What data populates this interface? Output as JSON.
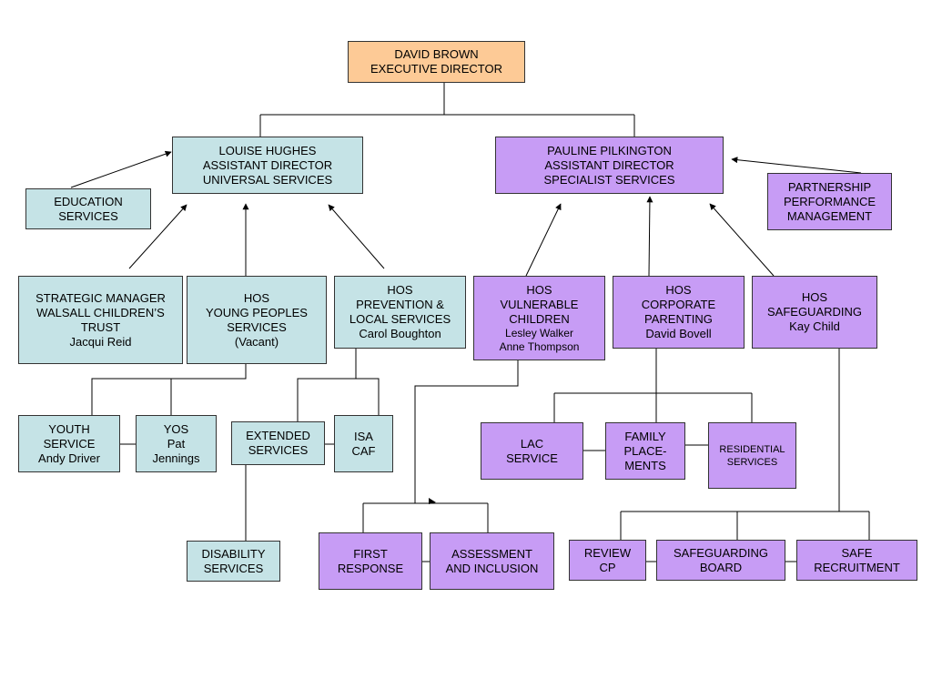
{
  "nodes": {
    "executive": [
      "DAVID BROWN",
      "EXECUTIVE DIRECTOR"
    ],
    "universal": [
      "LOUISE HUGHES",
      "ASSISTANT DIRECTOR",
      "UNIVERSAL SERVICES"
    ],
    "specialist": [
      "PAULINE PILKINGTON",
      "ASSISTANT DIRECTOR",
      "SPECIALIST SERVICES"
    ],
    "education": [
      "EDUCATION",
      "SERVICES"
    ],
    "partnership": [
      "PARTNERSHIP",
      "PERFORMANCE",
      "MANAGEMENT"
    ],
    "strategic": [
      "STRATEGIC MANAGER",
      "WALSALL CHILDREN’S",
      "TRUST",
      "Jacqui Reid"
    ],
    "young": [
      "HOS",
      "YOUNG PEOPLES",
      "SERVICES",
      "(Vacant)"
    ],
    "prevention": [
      "HOS",
      "PREVENTION &",
      "LOCAL SERVICES",
      "Carol Boughton"
    ],
    "vulnerable": [
      "HOS",
      "VULNERABLE",
      "CHILDREN",
      "Lesley Walker",
      "Anne Thompson"
    ],
    "corporate": [
      "HOS",
      "CORPORATE",
      "PARENTING",
      "David Bovell"
    ],
    "safeguarding": [
      "HOS",
      "SAFEGUARDING",
      "Kay Child"
    ],
    "youth": [
      "YOUTH",
      "SERVICE",
      "Andy Driver"
    ],
    "yos": [
      "YOS",
      "Pat",
      "Jennings"
    ],
    "extended": [
      "EXTENDED",
      "SERVICES"
    ],
    "isa": [
      "ISA",
      "CAF"
    ],
    "disability": [
      "DISABILITY",
      "SERVICES"
    ],
    "lac": [
      "LAC",
      "SERVICE"
    ],
    "family": [
      "FAMILY",
      "PLACE-",
      "MENTS"
    ],
    "residential": [
      "RESIDENTIAL",
      "SERVICES"
    ],
    "first": [
      "FIRST",
      "RESPONSE"
    ],
    "assessment": [
      "ASSESSMENT",
      "AND INCLUSION"
    ],
    "review": [
      "REVIEW",
      "CP"
    ],
    "board": [
      "SAFEGUARDING",
      "BOARD"
    ],
    "recruitment": [
      "SAFE",
      "RECRUITMENT"
    ]
  },
  "colors": {
    "universal_fill": "#c5e3e6",
    "specialist_fill": "#c79cf5",
    "executive_fill": "#fdca96",
    "line": "#000000"
  }
}
